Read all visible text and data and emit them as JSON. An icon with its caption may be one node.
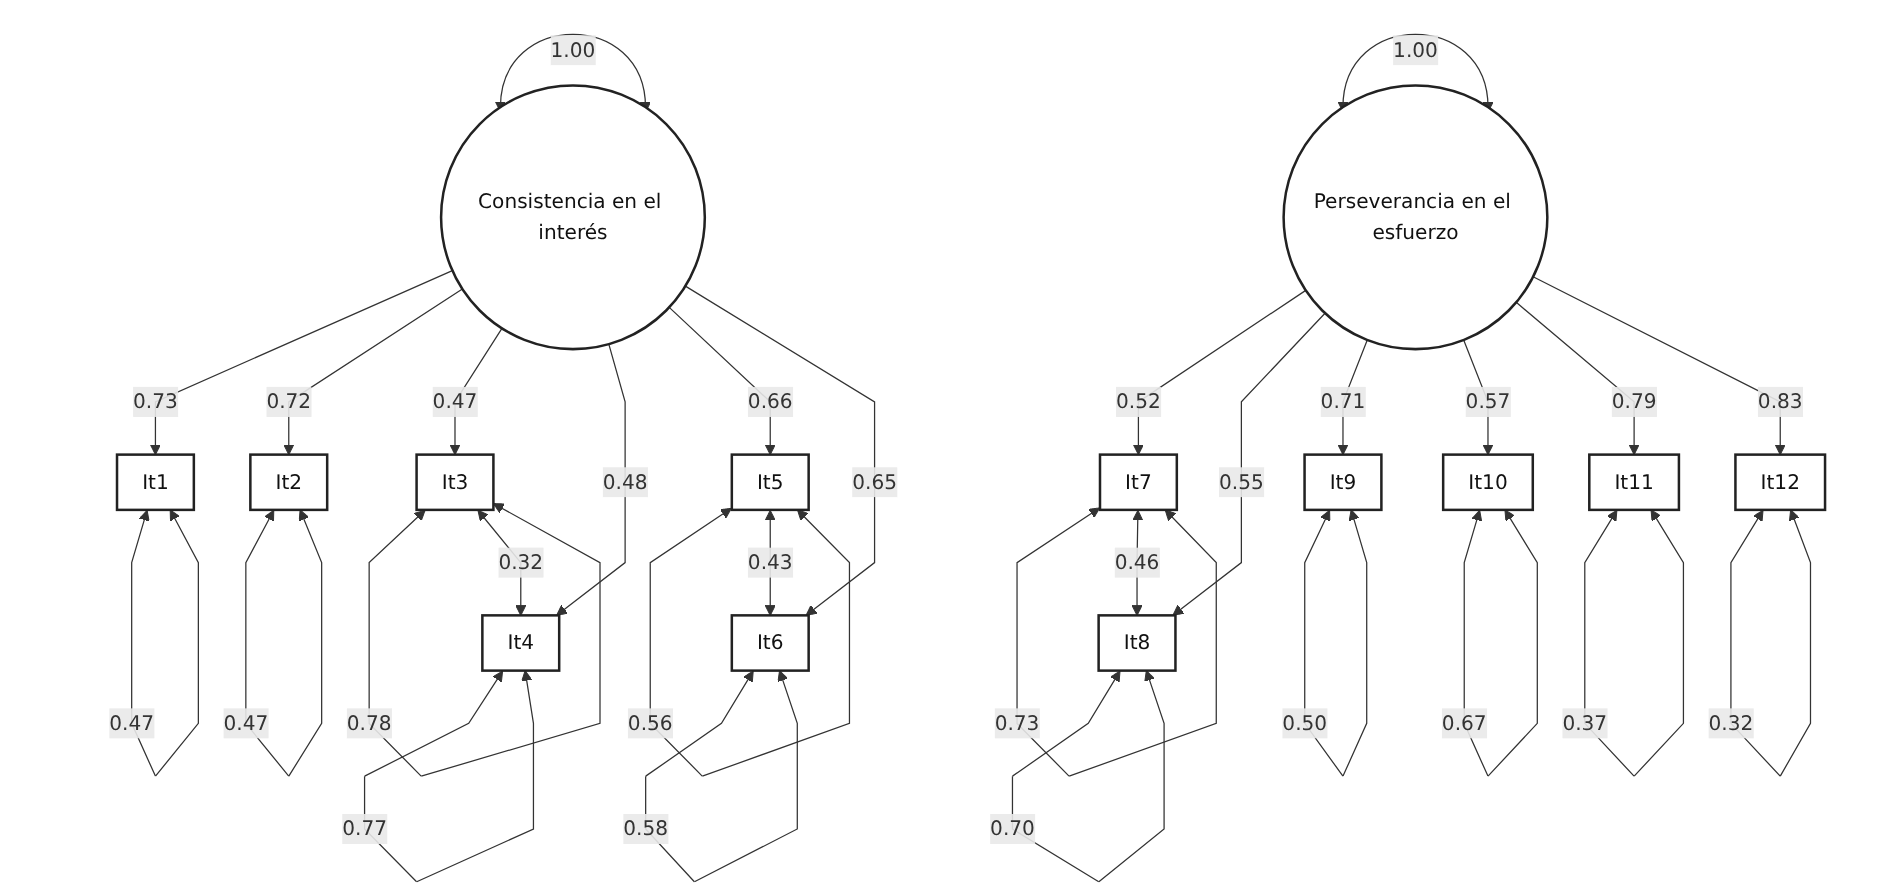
{
  "diagram": {
    "nodes": [
      {
        "text": [
          "Consistencia en el interés"
        ]
      },
      {
        "text": [
          "It1"
        ]
      },
      {
        "text": [
          "It2"
        ]
      },
      {
        "text": [
          "It3"
        ]
      },
      {
        "text": [
          "It4"
        ]
      },
      {
        "text": [
          "It5"
        ]
      },
      {
        "text": [
          "It6"
        ]
      },
      {
        "text": [
          "Perseverancia en el esfuerzo"
        ]
      },
      {
        "text": [
          "It7"
        ]
      },
      {
        "text": [
          "It8"
        ]
      },
      {
        "text": [
          "It9"
        ]
      },
      {
        "text": [
          "It10"
        ]
      },
      {
        "text": [
          "It11"
        ]
      },
      {
        "text": [
          "It12"
        ]
      }
    ],
    "edges": [
      {
        "from": 0,
        "to": 0,
        "arrow": "both",
        "label": "1.00"
      },
      {
        "from": 0,
        "to": 1,
        "arrow": "to",
        "label": "0.73"
      },
      {
        "from": 0,
        "to": 2,
        "arrow": "to",
        "label": "0.72"
      },
      {
        "from": 0,
        "to": 3,
        "arrow": "to",
        "label": "0.47"
      },
      {
        "from": 0,
        "to": 4,
        "arrow": "to",
        "label": "0.48"
      },
      {
        "from": 0,
        "to": 5,
        "arrow": "to",
        "label": "0.66"
      },
      {
        "from": 0,
        "to": 6,
        "arrow": "to",
        "label": "0.65"
      },
      {
        "from": 7,
        "to": 7,
        "arrow": "both",
        "label": "1.00"
      },
      {
        "from": 7,
        "to": 8,
        "arrow": "to",
        "label": "0.52"
      },
      {
        "from": 7,
        "to": 9,
        "arrow": "to",
        "label": "0.55"
      },
      {
        "from": 7,
        "to": 10,
        "arrow": "to",
        "label": "0.71"
      },
      {
        "from": 7,
        "to": 11,
        "arrow": "to",
        "label": "0.57"
      },
      {
        "from": 7,
        "to": 12,
        "arrow": "to",
        "label": "0.79"
      },
      {
        "from": 7,
        "to": 13,
        "arrow": "to",
        "label": "0.83"
      },
      {
        "from": 1,
        "to": 1,
        "arrow": "both",
        "label": "0.47"
      },
      {
        "from": 2,
        "to": 2,
        "arrow": "both",
        "label": "0.47"
      },
      {
        "from": 3,
        "to": 3,
        "arrow": "both",
        "label": "0.78"
      },
      {
        "from": 3,
        "to": 4,
        "arrow": "both",
        "label": "0.32"
      },
      {
        "from": 4,
        "to": 4,
        "arrow": "both",
        "label": "0.77"
      },
      {
        "from": 5,
        "to": 5,
        "arrow": "both",
        "label": "0.56"
      },
      {
        "from": 5,
        "to": 6,
        "arrow": "both",
        "label": "0.43"
      },
      {
        "from": 6,
        "to": 6,
        "arrow": "both",
        "label": "0.58"
      },
      {
        "from": 8,
        "to": 8,
        "arrow": "both",
        "label": "0.73"
      },
      {
        "from": 8,
        "to": 9,
        "arrow": "both",
        "label": "0.46"
      },
      {
        "from": 9,
        "to": 9,
        "arrow": "both",
        "label": "0.70"
      },
      {
        "from": 10,
        "to": 10,
        "arrow": "both",
        "label": "0.50"
      },
      {
        "from": 11,
        "to": 11,
        "arrow": "both",
        "label": "0.67"
      },
      {
        "from": 12,
        "to": 12,
        "arrow": "both",
        "label": "0.37"
      },
      {
        "from": 13,
        "to": 13,
        "arrow": "both",
        "label": "0.32"
      }
    ]
  }
}
